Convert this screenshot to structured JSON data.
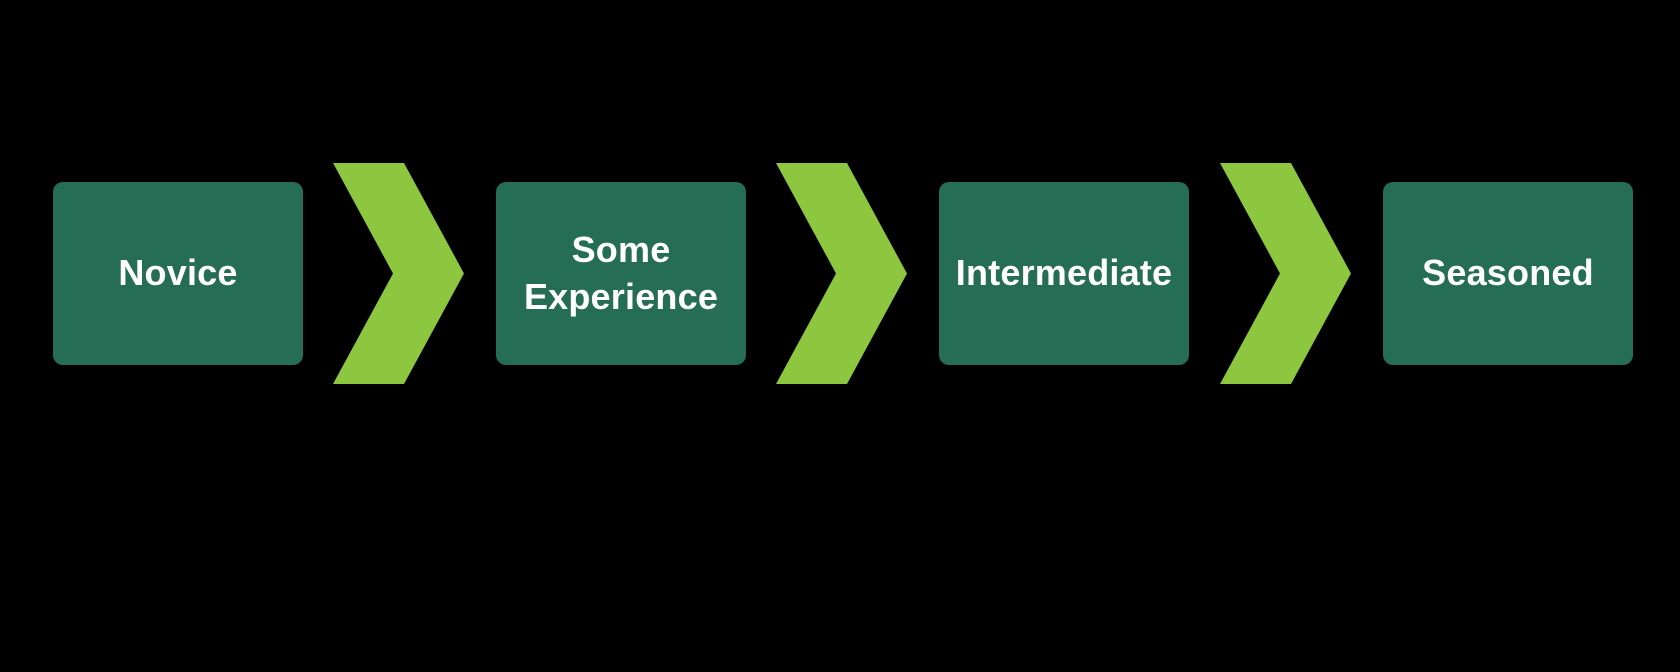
{
  "background_color": "#000000",
  "diagram": {
    "type": "process-flow",
    "direction": "left-to-right",
    "box_color": "#266D56",
    "arrow_color": "#8DC63F",
    "text_color": "#FFFFFF",
    "steps": [
      {
        "label": "Novice"
      },
      {
        "label": "Some Experience"
      },
      {
        "label": "Intermediate"
      },
      {
        "label": "Seasoned"
      }
    ],
    "arrows": [
      {
        "icon": "chevron-right-icon"
      },
      {
        "icon": "chevron-right-icon"
      },
      {
        "icon": "chevron-right-icon"
      }
    ]
  }
}
